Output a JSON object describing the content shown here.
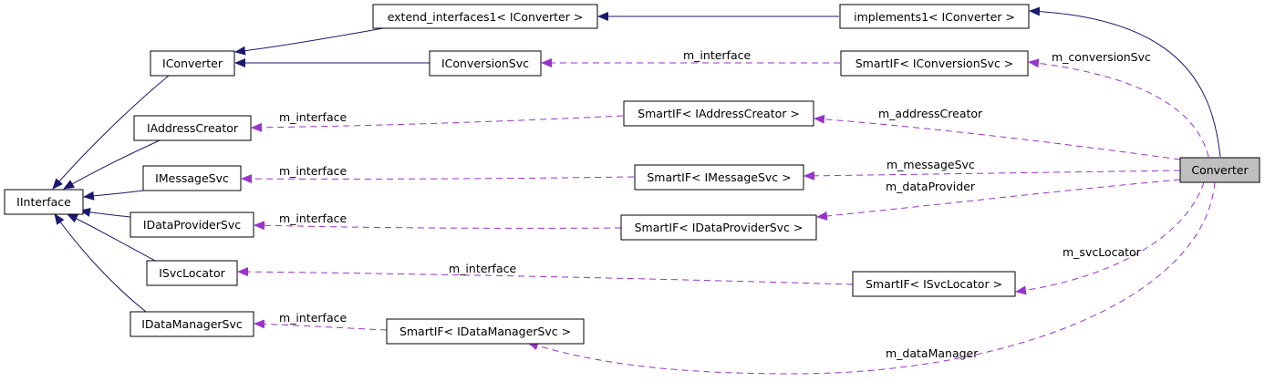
{
  "nodes": {
    "converter": "Converter",
    "implements1": "implements1< IConverter >",
    "extend_interfaces1": "extend_interfaces1< IConverter >",
    "iconverter": "IConverter",
    "iconversionsvc": "IConversionSvc",
    "smartif_conversionsvc": "SmartIF< IConversionSvc >",
    "iaddresscreator": "IAddressCreator",
    "smartif_addresscreator": "SmartIF< IAddressCreator >",
    "iinterface": "IInterface",
    "imessagesvc": "IMessageSvc",
    "smartif_messagesvc": "SmartIF< IMessageSvc >",
    "idataprovidersvc": "IDataProviderSvc",
    "smartif_dataprovidersvc": "SmartIF< IDataProviderSvc >",
    "isvclocator": "ISvcLocator",
    "smartif_svclocator": "SmartIF< ISvcLocator >",
    "idatamanagersvc": "IDataManagerSvc",
    "smartif_datamanagersvc": "SmartIF< IDataManagerSvc >"
  },
  "edge_labels": {
    "m_interface_conversion": "m_interface",
    "m_conversionSvc": "m_conversionSvc",
    "m_interface_address": "m_interface",
    "m_addressCreator": "m_addressCreator",
    "m_interface_message": "m_interface",
    "m_messageSvc": "m_messageSvc",
    "m_dataProvider": "m_dataProvider",
    "m_interface_provider": "m_interface",
    "m_svcLocator": "m_svcLocator",
    "m_interface_locator": "m_interface",
    "m_interface_manager": "m_interface",
    "m_dataManager": "m_dataManager"
  },
  "colors": {
    "inheritance": "#191970",
    "usage": "#9a32cd",
    "focus_fill": "#bfbfbf"
  }
}
